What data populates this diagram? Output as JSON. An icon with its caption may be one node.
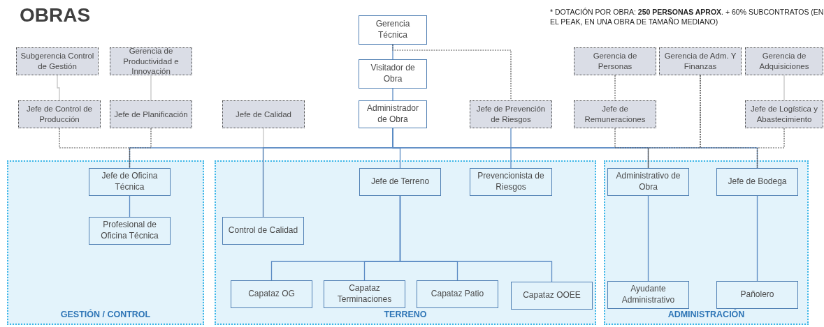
{
  "diagram": {
    "title": "OBRAS",
    "nodes": [
      {
        "text": [
          "Gerencia Técnica"
        ]
      },
      {
        "text": [
          "Visitador de Obra"
        ]
      },
      {
        "text": [
          "Administrador de Obra"
        ]
      },
      {
        "text": [
          "Subgerencia Control de Gestión"
        ]
      },
      {
        "text": [
          "Gerencia de Productividad e Innovación"
        ]
      },
      {
        "text": [
          "Jefe de Control de Producción"
        ]
      },
      {
        "text": [
          "Jefe de Planificación"
        ]
      },
      {
        "text": [
          "Jefe de Calidad"
        ]
      },
      {
        "text": [
          "Jefe de Prevención de Riesgos"
        ]
      },
      {
        "text": [
          "Gerencia de Personas"
        ]
      },
      {
        "text": [
          "Gerencia de Adm. Y Finanzas"
        ]
      },
      {
        "text": [
          "Gerencia de Adquisiciones"
        ]
      },
      {
        "text": [
          "Jefe de Remuneraciones"
        ]
      },
      {
        "text": [
          "Jefe de Logística y Abastecimiento"
        ]
      },
      {
        "text": [
          "GESTIÓN / CONTROL"
        ]
      },
      {
        "text": [
          "Jefe de Oficina Técnica"
        ],
        "in": 14
      },
      {
        "text": [
          "Profesional de Oficina Técnica"
        ],
        "in": 14
      },
      {
        "text": [
          "TERRENO"
        ]
      },
      {
        "text": [
          "Jefe de Terreno"
        ],
        "in": 17
      },
      {
        "text": [
          "Prevencionista de Riesgos"
        ],
        "in": 17
      },
      {
        "text": [
          "Control de Calidad"
        ],
        "in": 17
      },
      {
        "text": [
          "Capataz OG"
        ],
        "in": 17
      },
      {
        "text": [
          "Capataz Terminaciones"
        ],
        "in": 17
      },
      {
        "text": [
          "Capataz Patio"
        ],
        "in": 17
      },
      {
        "text": [
          "Capataz OOEE"
        ],
        "in": 17
      },
      {
        "text": [
          "ADMINISTRACIÓN"
        ]
      },
      {
        "text": [
          "Administrativo de Obra"
        ],
        "in": 25
      },
      {
        "text": [
          "Jefe de Bodega"
        ],
        "in": 25
      },
      {
        "text": [
          "Ayudante Administrativo"
        ],
        "in": 25
      },
      {
        "text": [
          "Pañolero"
        ],
        "in": 25
      }
    ],
    "edges": [
      {
        "from": 0,
        "to": 1,
        "arrow": "none"
      },
      {
        "from": 1,
        "to": 2,
        "arrow": "none"
      },
      {
        "from": 0,
        "to": 8,
        "arrow": "none",
        "style": "dashed",
        "color": "#555555"
      },
      {
        "from": 3,
        "to": 5,
        "arrow": "none",
        "color": "#c4c4c4"
      },
      {
        "from": 4,
        "to": 6,
        "arrow": "none",
        "color": "#c4c4c4"
      },
      {
        "from": 9,
        "to": 12,
        "arrow": "none",
        "style": "dashed",
        "color": "#555555"
      },
      {
        "from": 11,
        "to": 13,
        "arrow": "none",
        "color": "#c4c4c4"
      },
      {
        "from": 7,
        "to": 20,
        "arrow": "none",
        "color": "#c4c4c4"
      },
      {
        "from": 2,
        "to": 15,
        "arrow": "none"
      },
      {
        "from": 5,
        "to": 15,
        "arrow": "none",
        "style": "dashed",
        "color": "#555555"
      },
      {
        "from": 6,
        "to": 15,
        "arrow": "none",
        "style": "dashed",
        "color": "#555555"
      },
      {
        "from": 2,
        "to": 20,
        "arrow": "none"
      },
      {
        "from": 2,
        "to": 18,
        "arrow": "none"
      },
      {
        "from": 8,
        "to": 19,
        "arrow": "none"
      },
      {
        "from": 2,
        "to": 26,
        "arrow": "none"
      },
      {
        "from": 2,
        "to": 27,
        "arrow": "none"
      },
      {
        "from": 12,
        "to": 26,
        "arrow": "none",
        "style": "dashed",
        "color": "#555555"
      },
      {
        "from": 10,
        "to": 26,
        "arrow": "none",
        "style": "dashed",
        "color": "#555555"
      },
      {
        "from": 10,
        "to": 27,
        "arrow": "none",
        "style": "dashed",
        "color": "#555555"
      },
      {
        "from": 13,
        "to": 27,
        "arrow": "none",
        "style": "dashed",
        "color": "#555555"
      },
      {
        "from": 15,
        "to": 16,
        "arrow": "none"
      },
      {
        "from": 18,
        "to": 21,
        "arrow": "none"
      },
      {
        "from": 18,
        "to": 22,
        "arrow": "none"
      },
      {
        "from": 18,
        "to": 23,
        "arrow": "none"
      },
      {
        "from": 18,
        "to": 24,
        "arrow": "none"
      },
      {
        "from": 26,
        "to": 28,
        "arrow": "none"
      },
      {
        "from": 27,
        "to": 29,
        "arrow": "none"
      }
    ],
    "labels": [
      "* DOTACIÓN POR OBRA: **250 PERSONAS APROX**. + 60% SUBCONTRATOS (EN EL PEAK, EN UNA OBRA DE TAMAÑO MEDIANO)"
    ]
  }
}
